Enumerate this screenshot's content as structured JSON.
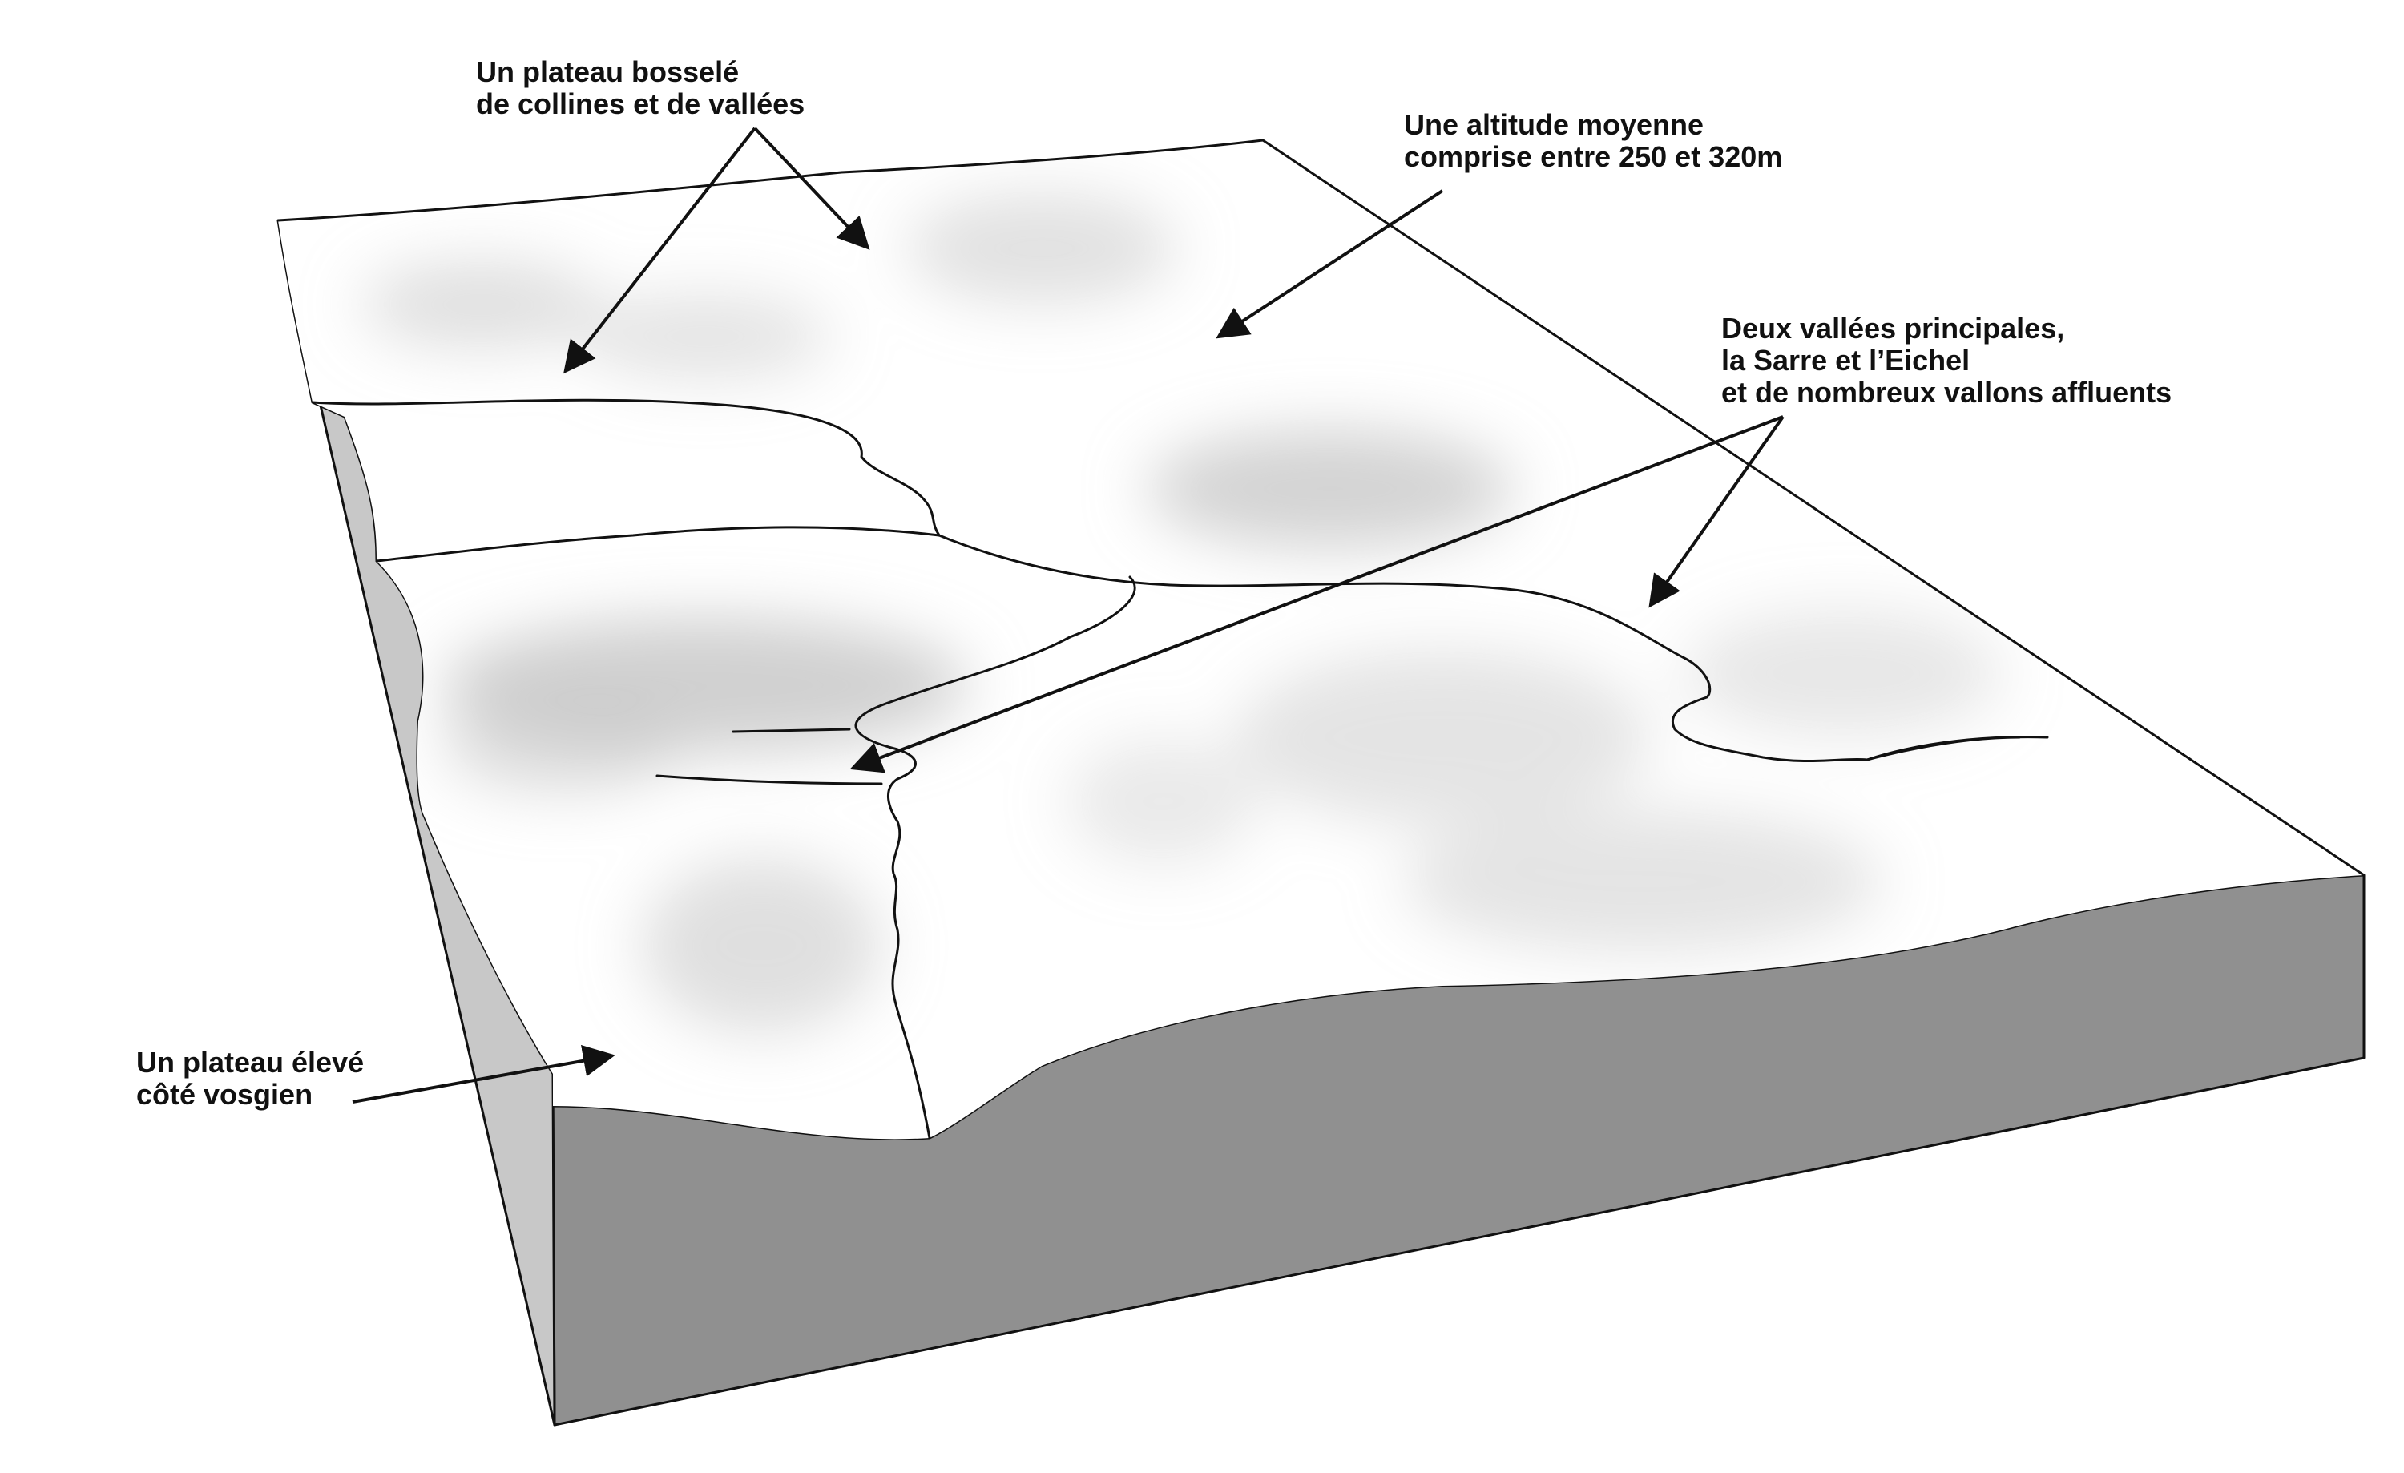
{
  "annotations": {
    "plateau_bossele": [
      "Un plateau bosselé",
      "de collines et de vallées"
    ],
    "altitude": [
      "Une altitude moyenne",
      "comprise entre 250 et 320m"
    ],
    "vallees": [
      "Deux vallées principales,",
      "la Sarre et l’Eichel",
      "et de nombreux vallons affluents"
    ],
    "plateau_eleve": [
      "Un plateau élevé",
      "côté vosgien"
    ]
  },
  "colors": {
    "top_surface": "#ffffff",
    "front_face": "#909090",
    "left_face": "#c8c8c8",
    "hill_shading": "#c4c4c4",
    "line": "#111111"
  }
}
